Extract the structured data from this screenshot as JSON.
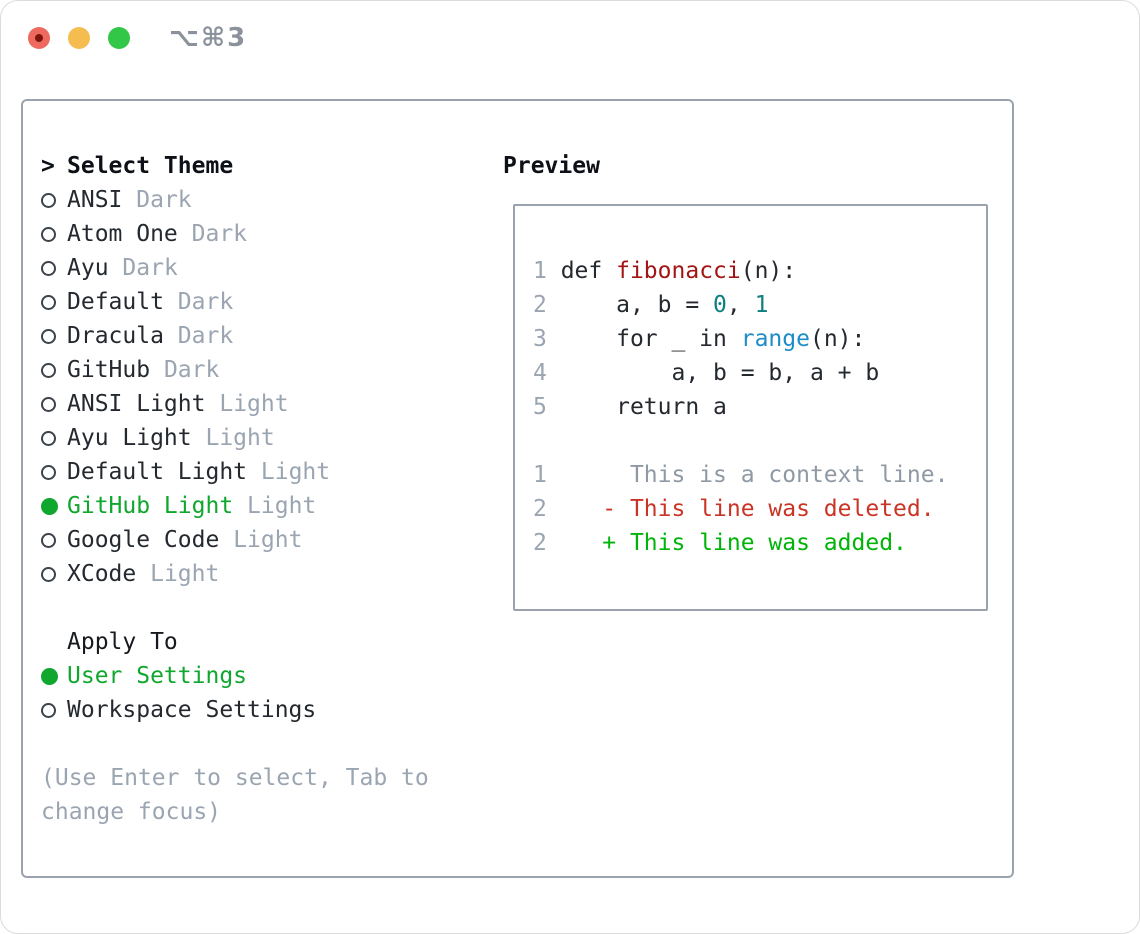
{
  "window": {
    "shortcut_label": "⌥⌘3"
  },
  "colors": {
    "accent_green": "#0fa72e",
    "muted_gray": "#9aa5b1",
    "text_dark": "#24292f",
    "panel_border": "#9aa3ad",
    "traffic_red": "#ee6a5e",
    "traffic_yellow": "#f5bd4f",
    "traffic_green": "#33c748",
    "syntax_function_red": "#a31515",
    "syntax_number_teal": "#0d7f80",
    "syntax_call_blue": "#1d8cc9",
    "diff_deleted_red": "#ca3425",
    "diff_added_green": "#00b408"
  },
  "theme_picker": {
    "prompt_prefix": ">",
    "title": "Select Theme",
    "items": [
      {
        "label": "ANSI",
        "variant": "Dark",
        "selected": false
      },
      {
        "label": "Atom One",
        "variant": "Dark",
        "selected": false
      },
      {
        "label": "Ayu",
        "variant": "Dark",
        "selected": false
      },
      {
        "label": "Default",
        "variant": "Dark",
        "selected": false
      },
      {
        "label": "Dracula",
        "variant": "Dark",
        "selected": false
      },
      {
        "label": "GitHub",
        "variant": "Dark",
        "selected": false
      },
      {
        "label": "ANSI Light",
        "variant": "Light",
        "selected": false
      },
      {
        "label": "Ayu Light",
        "variant": "Light",
        "selected": false
      },
      {
        "label": "Default Light",
        "variant": "Light",
        "selected": false
      },
      {
        "label": "GitHub Light",
        "variant": "Light",
        "selected": true
      },
      {
        "label": "Google Code",
        "variant": "Light",
        "selected": false
      },
      {
        "label": "XCode",
        "variant": "Light",
        "selected": false
      }
    ],
    "apply_to": {
      "title": "Apply To",
      "options": [
        {
          "label": "User Settings",
          "selected": true
        },
        {
          "label": "Workspace Settings",
          "selected": false
        }
      ]
    },
    "hint": "(Use Enter to select, Tab to change focus)"
  },
  "preview": {
    "title": "Preview",
    "lines": [
      {
        "n": "1",
        "tokens": [
          {
            "t": " def ",
            "c": "tok plain"
          },
          {
            "t": "fibonacci",
            "c": "tok func"
          },
          {
            "t": "(n):",
            "c": "tok plain"
          }
        ]
      },
      {
        "n": "2",
        "tokens": [
          {
            "t": "     a, b = ",
            "c": "tok plain"
          },
          {
            "t": "0",
            "c": "tok num"
          },
          {
            "t": ", ",
            "c": "tok plain"
          },
          {
            "t": "1",
            "c": "tok num"
          }
        ]
      },
      {
        "n": "3",
        "tokens": [
          {
            "t": "     for _ in ",
            "c": "tok plain"
          },
          {
            "t": "range",
            "c": "tok call"
          },
          {
            "t": "(n):",
            "c": "tok plain"
          }
        ]
      },
      {
        "n": "4",
        "tokens": [
          {
            "t": "         a, b = b, a + b",
            "c": "tok plain"
          }
        ]
      },
      {
        "n": "5",
        "tokens": [
          {
            "t": "     return a",
            "c": "tok plain"
          }
        ]
      },
      {
        "n": "",
        "tokens": [
          {
            "t": "",
            "c": "tok plain"
          }
        ]
      },
      {
        "n": "1",
        "tokens": [
          {
            "t": "      This is a context line.",
            "c": "tok ctx"
          }
        ]
      },
      {
        "n": "2",
        "tokens": [
          {
            "t": "    - This line was deleted.",
            "c": "tok del"
          }
        ]
      },
      {
        "n": "2",
        "tokens": [
          {
            "t": "    + This line was added.",
            "c": "tok add"
          }
        ]
      }
    ]
  }
}
